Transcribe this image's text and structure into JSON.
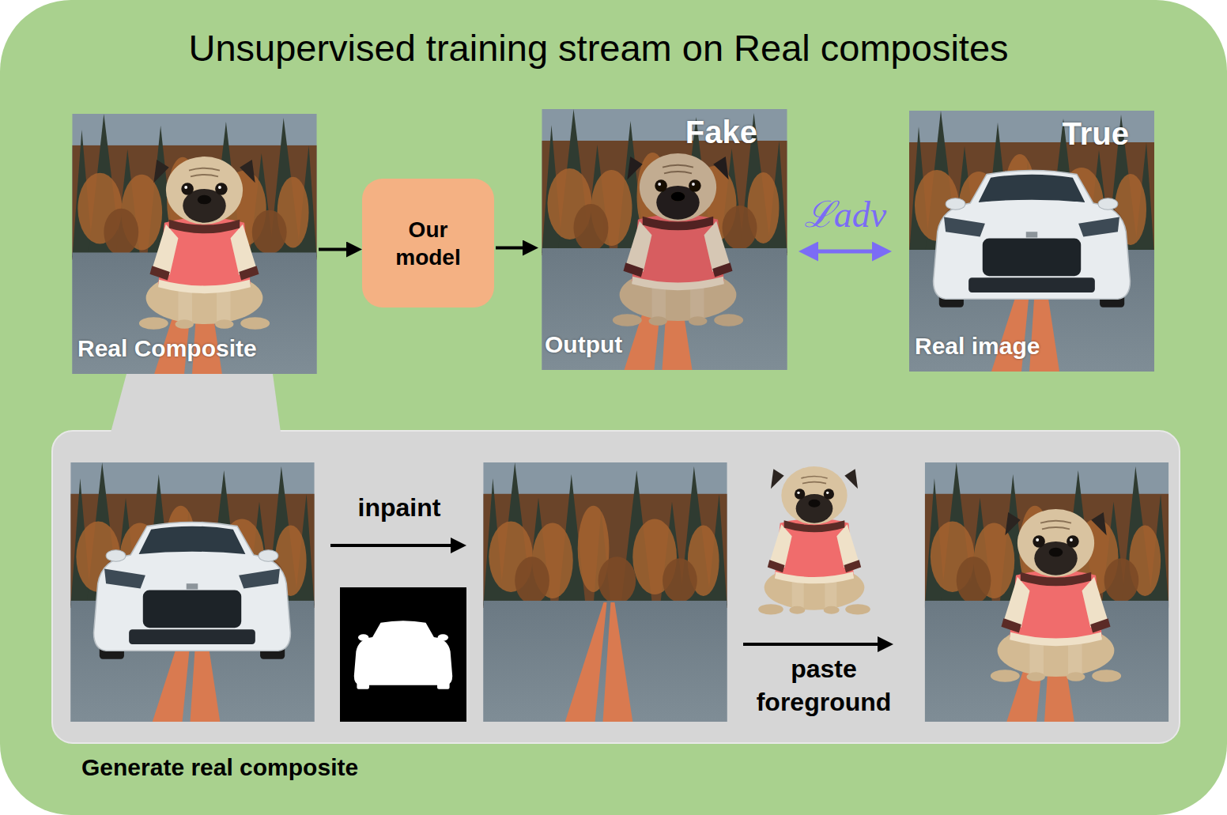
{
  "diagram": {
    "title": "Unsupervised training stream on Real composites",
    "nodes": [
      {
        "text": [
          "Real Composite"
        ]
      },
      {
        "text": [
          "Our model"
        ]
      },
      {
        "text": [
          "Fake",
          "Output"
        ]
      },
      {
        "text": [
          "True",
          "Real image"
        ]
      },
      {
        "text": [
          "Generate real composite"
        ]
      }
    ],
    "edges": [
      {
        "from": 0,
        "to": 1,
        "arrow": "to"
      },
      {
        "from": 1,
        "to": 2,
        "arrow": "to"
      },
      {
        "from": 2,
        "to": 3,
        "label": "ℒadv",
        "arrow": "both"
      },
      {
        "from": 0,
        "to": 4,
        "arrow": "none"
      }
    ],
    "labels": [
      "inpaint",
      "paste foreground"
    ]
  }
}
